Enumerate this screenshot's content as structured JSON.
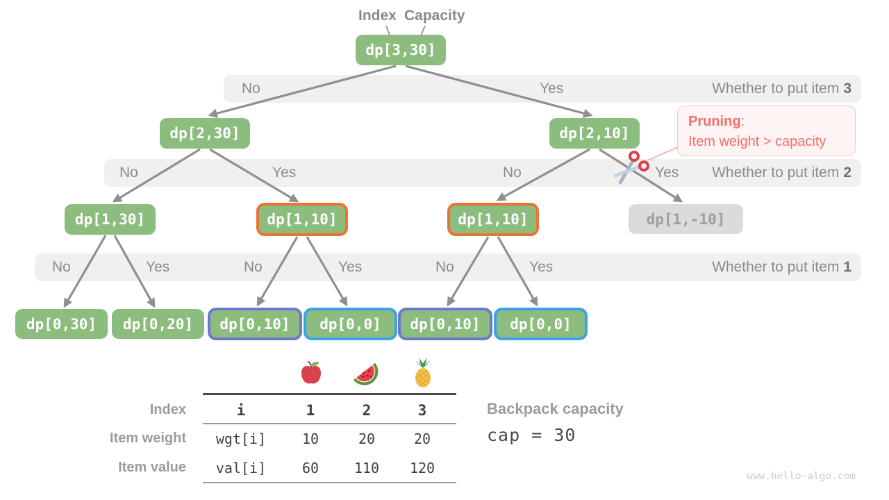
{
  "header": {
    "index_label": "Index",
    "capacity_label": "Capacity"
  },
  "tree": {
    "root": "dp[3,30]",
    "level1": [
      "dp[2,30]",
      "dp[2,10]"
    ],
    "level2": [
      "dp[1,30]",
      "dp[1,10]",
      "dp[1,10]",
      "dp[1,-10]"
    ],
    "level3": [
      "dp[0,30]",
      "dp[0,20]",
      "dp[0,10]",
      "dp[0,0]",
      "dp[0,10]",
      "dp[0,0]"
    ]
  },
  "bands": [
    {
      "labels": [
        "No",
        "Yes"
      ],
      "question": "Whether to put item",
      "item": "3"
    },
    {
      "labels": [
        "No",
        "Yes",
        "No",
        "Yes"
      ],
      "question": "Whether to put item",
      "item": "2"
    },
    {
      "labels": [
        "No",
        "Yes",
        "No",
        "Yes",
        "No",
        "Yes"
      ],
      "question": "Whether to put item",
      "item": "1"
    }
  ],
  "pruning": {
    "title": "Pruning",
    "colon": ":",
    "text": "Item weight > capacity"
  },
  "table": {
    "fruit_icons": [
      "apple-icon",
      "watermelon-icon",
      "pineapple-icon"
    ],
    "rows": [
      {
        "label": "Index",
        "cells": [
          "i",
          "1",
          "2",
          "3"
        ]
      },
      {
        "label": "Item weight",
        "cells": [
          "wgt[i]",
          "10",
          "20",
          "20"
        ]
      },
      {
        "label": "Item value",
        "cells": [
          "val[i]",
          "60",
          "110",
          "120"
        ]
      }
    ]
  },
  "backpack": {
    "label": "Backpack capacity",
    "value": "cap = 30"
  },
  "watermark": "www.hello-algo.com",
  "colors": {
    "node_green": "#8CBC7E",
    "node_gray": "#DBDBDB",
    "border_orange": "#ED7334",
    "border_purple": "#6B78CC",
    "border_blue": "#3BA2E9",
    "pruning_red": "#F56C6C",
    "band_bg": "#F0F0F0",
    "edge_gray": "#8F8F8F"
  }
}
